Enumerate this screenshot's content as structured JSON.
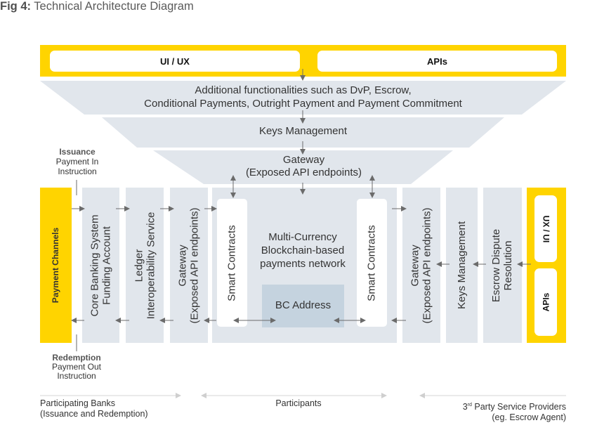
{
  "figure": {
    "label": "Fig 4:",
    "title": "Technical Architecture Diagram"
  },
  "colors": {
    "yellow": "#ffd400",
    "panel": "#e1e6ec",
    "bc_address": "#c5d3df",
    "arrow": "#6b6b6b",
    "text": "#333333"
  },
  "top_bar": {
    "left_box": "UI / UX",
    "right_box": "APIs"
  },
  "funnel": {
    "layer1_line1": "Additional functionalities such as DvP, Escrow,",
    "layer1_line2": "Conditional Payments, Outright Payment and Payment Commitment",
    "layer2": "Keys Management",
    "layer3_line1": "Gateway",
    "layer3_line2": "(Exposed API endpoints)"
  },
  "issuance": {
    "title": "Issuance",
    "line1": "Payment In",
    "line2": "Instruction"
  },
  "redemption": {
    "title": "Redemption",
    "line1": "Payment Out",
    "line2": "Instruction"
  },
  "left_columns": {
    "payment_channels": "Payment Channels",
    "core_banking": {
      "line1": "Core Banking System",
      "line2": "Funding Account"
    },
    "ledger": {
      "line1": "Ledger",
      "line2": "Interoperability Service"
    },
    "gateway": {
      "line1": "Gateway",
      "line2": "(Exposed API endpoints)"
    }
  },
  "center": {
    "smart_contracts_left": "Smart Contracts",
    "network_line1": "Multi-Currency",
    "network_line2": "Blockchain-based",
    "network_line3": "payments network",
    "bc_address": "BC Address",
    "smart_contracts_right": "Smart Contracts"
  },
  "right_columns": {
    "gateway": {
      "line1": "Gateway",
      "line2": "(Exposed API endpoints)"
    },
    "keys_management": "Keys Management",
    "escrow": {
      "line1": "Escrow Dispute",
      "line2": "Resolution"
    },
    "ux_ui": "UX / UI",
    "apis": "APIs"
  },
  "footer": {
    "banks_line1": "Participating Banks",
    "banks_line2": "(Issuance and Redemption)",
    "participants": "Participants",
    "third_party_sup": "rd",
    "third_party_prefix": "3",
    "third_party_line1": " Party Service Providers",
    "third_party_line2": "(eg. Escrow Agent)"
  }
}
